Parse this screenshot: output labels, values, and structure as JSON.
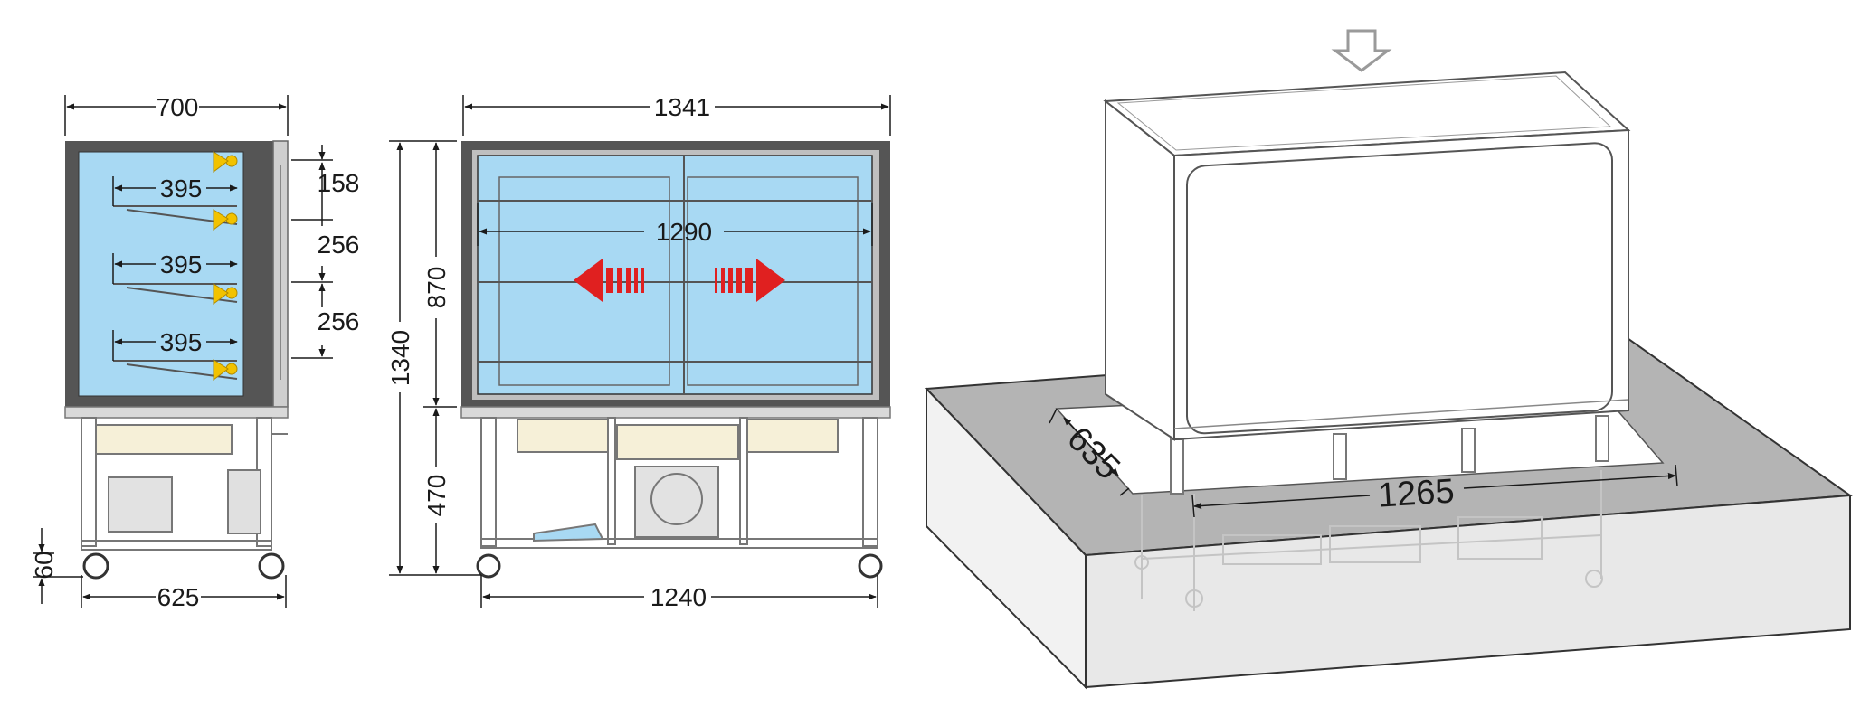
{
  "side_view": {
    "width_top": "700",
    "shelf_depths": [
      "395",
      "395",
      "395"
    ],
    "shelf_gaps": [
      "158",
      "256",
      "256"
    ],
    "foot_height": "60",
    "width_bottom": "625"
  },
  "front_view": {
    "width_top": "1341",
    "glass_width": "1290",
    "total_height": "1340",
    "display_height": "870",
    "base_height": "470",
    "width_bottom": "1240"
  },
  "install_view": {
    "cutout_depth": "635",
    "cutout_width": "1265"
  },
  "colors": {
    "glass": "#a8d9f3",
    "frame": "#555555",
    "arrow_red": "#e02020",
    "lamp_yellow": "#f2c200",
    "counter_top": "#b4b4b4",
    "counter_side": "#e8e8e8"
  }
}
